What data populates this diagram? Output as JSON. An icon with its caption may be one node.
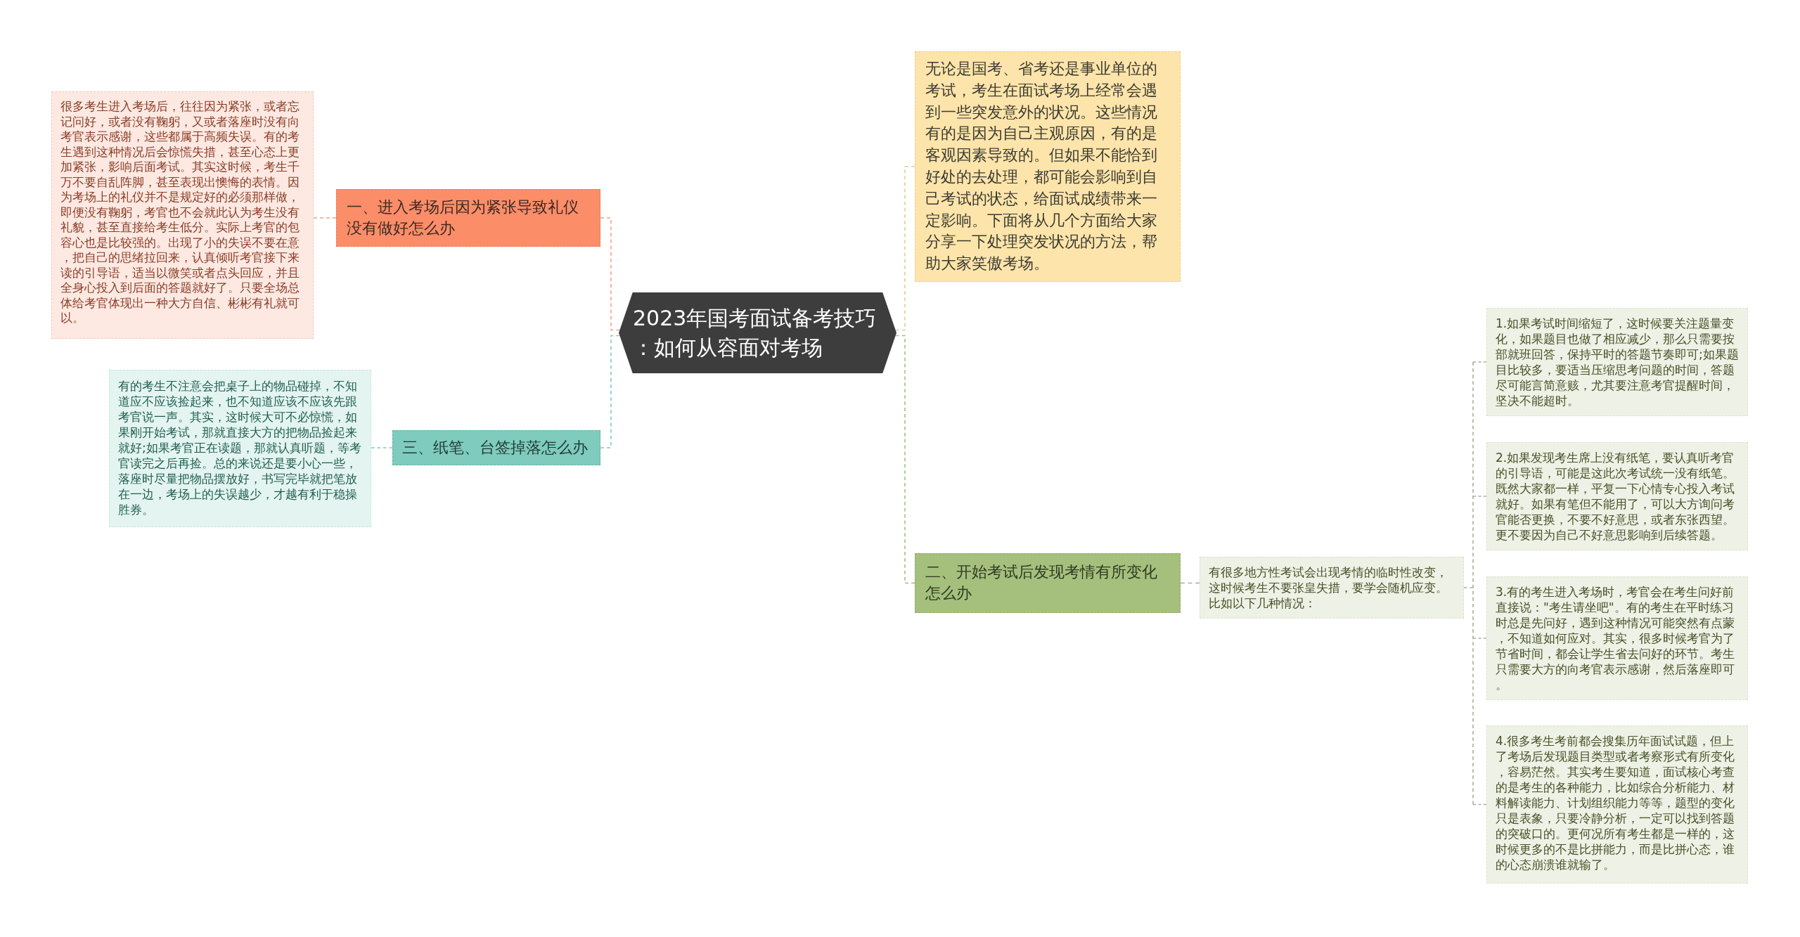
{
  "diagram": {
    "nodes": [
      {
        "text": [
          "2023年国考面试备考技巧：如何从容面对考场"
        ]
      },
      {
        "text": [
          "一、进入考场后因为紧张导致礼仪没有做好怎么办"
        ]
      },
      {
        "text": [
          "很多考生进入考场后，往往因为紧张，或者忘记问好，或者没有鞠躬，又或者落座时没有向考官表示感谢，这些都属于高频失误。有的考生遇到这种情况后会惊慌失措，甚至心态上更加紧张，影响后面考试。其实这时候，考生千万不要自乱阵脚，甚至表现出懊悔的表情。因为考场上的礼仪并不是规定好的必须那样做，即便没有鞠躬，考官也不会就此认为考生没有礼貌，甚至直接给考生低分。实际上考官的包容心也是比较强的。出现了小的失误不要在意，把自己的思绪拉回来，认真倾听考官接下来读的引导语，适当以微笑或者点头回应，并且全身心投入到后面的答题就好了。只要全场总体给考官体现出一种大方自信、彬彬有礼就可以。"
        ]
      },
      {
        "text": [
          "三、纸笔、台签掉落怎么办"
        ]
      },
      {
        "text": [
          "有的考生不注意会把桌子上的物品碰掉，不知道应不应该捡起来，也不知道应该不应该先跟考官说一声。其实，这时候大可不必惊慌，如果刚开始考试，那就直接大方的把物品捡起来就好;如果考官正在读题，那就认真听题，等考官读完之后再捡。总的来说还是要小心一些，落座时尽量把物品摆放好，书写完毕就把笔放在一边，考场上的失误越少，才越有利于稳操胜券。"
        ]
      },
      {
        "text": [
          "无论是国考、省考还是事业单位的考试，考生在面试考场上经常会遇到一些突发意外的状况。这些情况有的是因为自己主观原因，有的是客观因素导致的。但如果不能恰到好处的去处理，都可能会影响到自己考试的状态，给面试成绩带来一定影响。下面将从几个方面给大家分享一下处理突发状况的方法，帮助大家笑傲考场。"
        ]
      },
      {
        "text": [
          "二、开始考试后发现考情有所变化怎么办"
        ]
      },
      {
        "text": [
          "有很多地方性考试会出现考情的临时性改变，这时候考生不要张皇失措，要学会随机应变。比如以下几种情况："
        ]
      },
      {
        "text": [
          "1.如果考试时间缩短了，这时候要关注题量变化，如果题目也做了相应减少，那么只需要按部就班回答，保持平时的答题节奏即可;如果题目比较多，要适当压缩思考问题的时间，答题尽可能言简意赅，尤其要注意考官提醒时间，坚决不能超时。"
        ]
      },
      {
        "text": [
          "2.如果发现考生席上没有纸笔，要认真听考官的引导语，可能是这此次考试统一没有纸笔。既然大家都一样，平复一下心情专心投入考试就好。如果有笔但不能用了，可以大方询问考官能否更换，不要不好意思，或者东张西望。更不要因为自己不好意思影响到后续答题。"
        ]
      },
      {
        "text": [
          "3.有的考生进入考场时，考官会在考生问好前直接说：\"考生请坐吧\"。有的考生在平时练习时总是先问好，遇到这种情况可能突然有点蒙，不知道如何应对。其实，很多时候考官为了节省时间，都会让学生省去问好的环节。考生只需要大方的向考官表示感谢，然后落座即可。"
        ]
      },
      {
        "text": [
          "4.很多考生考前都会搜集历年面试试题，但上了考场后发现题目类型或者考察形式有所变化，容易茫然。其实考生要知道，面试核心考查的是考生的各种能力，比如综合分析能力、材料解读能力、计划组织能力等等，题型的变化只是表象，只要冷静分析，一定可以找到答题的突破口的。更何况所有考生都是一样的，这时候更多的不是比拼能力，而是比拼心态，谁的心态崩溃谁就输了。"
        ]
      }
    ],
    "edges": [
      {
        "from": 0,
        "to": 1,
        "arrow": "none",
        "style": "dashed",
        "color": "#f2a384"
      },
      {
        "from": 1,
        "to": 2,
        "arrow": "none",
        "style": "dashed",
        "color": "#f2a384"
      },
      {
        "from": 0,
        "to": 3,
        "arrow": "none",
        "style": "dashed",
        "color": "#7fcbbd"
      },
      {
        "from": 3,
        "to": 4,
        "arrow": "none",
        "style": "dashed",
        "color": "#7fcbbd"
      },
      {
        "from": 0,
        "to": 5,
        "arrow": "none",
        "style": "dashed",
        "color": "#e3cc95"
      },
      {
        "from": 0,
        "to": 6,
        "arrow": "none",
        "style": "dashed",
        "color": "#a5bf7d"
      },
      {
        "from": 6,
        "to": 7,
        "arrow": "none",
        "style": "dashed",
        "color": "#aab09c"
      },
      {
        "from": 7,
        "to": 8,
        "arrow": "none",
        "style": "dashed",
        "color": "#aab09c"
      },
      {
        "from": 7,
        "to": 9,
        "arrow": "none",
        "style": "dashed",
        "color": "#aab09c"
      },
      {
        "from": 7,
        "to": 10,
        "arrow": "none",
        "style": "dashed",
        "color": "#aab09c"
      },
      {
        "from": 7,
        "to": 11,
        "arrow": "none",
        "style": "dashed",
        "color": "#aab09c"
      }
    ]
  }
}
